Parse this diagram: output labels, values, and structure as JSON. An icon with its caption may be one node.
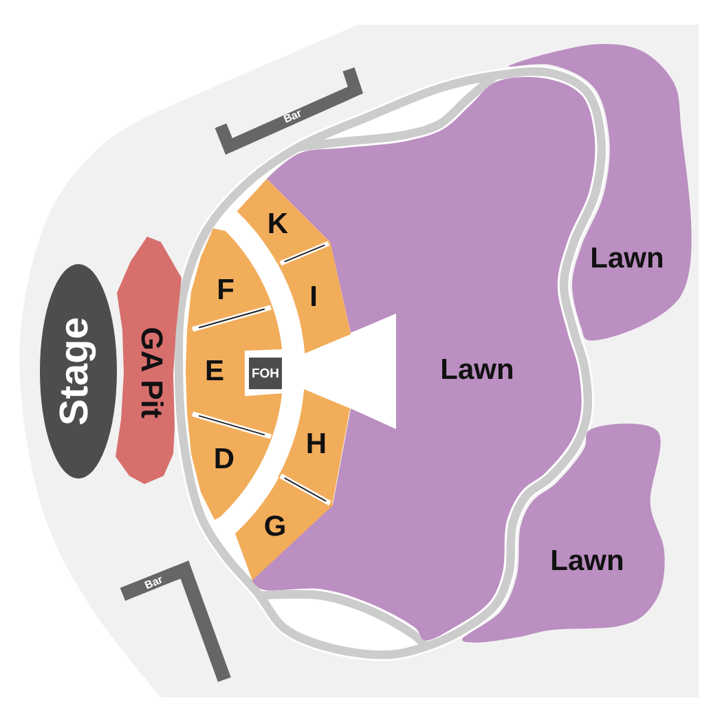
{
  "diagram": {
    "nodes": [
      {
        "text": [
          "Bar"
        ]
      },
      {
        "text": [
          "K"
        ]
      },
      {
        "text": [
          "Lawn"
        ]
      },
      {
        "text": [
          "F"
        ]
      },
      {
        "text": [
          "I"
        ]
      },
      {
        "text": [
          "Stage"
        ]
      },
      {
        "text": [
          "GA Pit"
        ]
      },
      {
        "text": [
          "E"
        ]
      },
      {
        "text": [
          "FOH"
        ]
      },
      {
        "text": [
          "Lawn"
        ]
      },
      {
        "text": [
          "H"
        ]
      },
      {
        "text": [
          "D"
        ]
      },
      {
        "text": [
          "G"
        ]
      },
      {
        "text": [
          "Lawn"
        ]
      },
      {
        "text": [
          "Bar"
        ]
      }
    ]
  }
}
